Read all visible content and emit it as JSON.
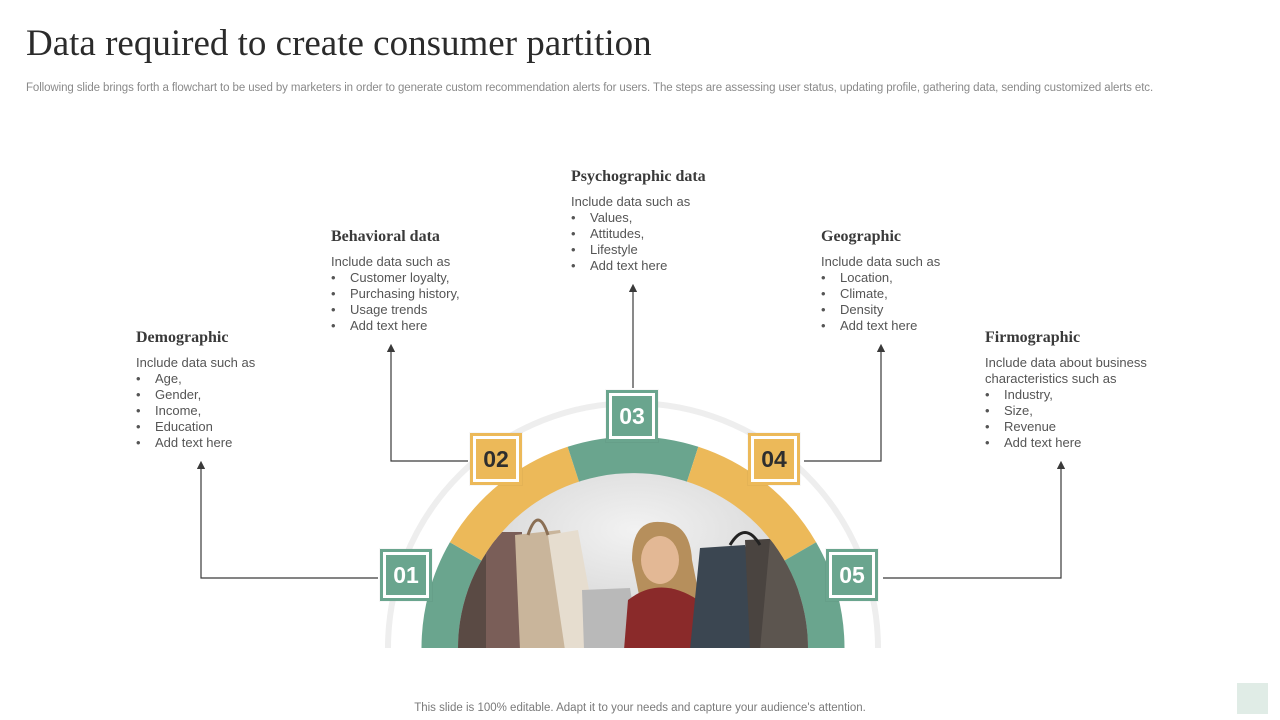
{
  "slide": {
    "title": "Data required to create consumer partition",
    "subtitle": "Following slide brings forth a flowchart to be used by marketers in order to generate custom recommendation alerts for users. The steps are assessing user status, updating profile, gathering data, sending customized alerts etc.",
    "footer": "This slide is 100% editable. Adapt it to your needs and capture your audience's attention."
  },
  "colors": {
    "green": "#6aa58e",
    "gold": "#ecb959",
    "arc_outline": "#eeeeee",
    "connector": "#3a3a3a"
  },
  "steps": [
    {
      "number": "01",
      "color": "green",
      "heading": "Demographic",
      "intro": "Include data such as",
      "items": [
        "Age,",
        "Gender,",
        "Income,",
        "Education",
        "Add text here"
      ]
    },
    {
      "number": "02",
      "color": "gold",
      "heading": "Behavioral data",
      "intro": "Include data such as",
      "items": [
        "Customer loyalty,",
        "Purchasing history,",
        "Usage trends",
        "Add text here"
      ]
    },
    {
      "number": "03",
      "color": "green",
      "heading": "Psychographic data",
      "intro": "Include data such as",
      "items": [
        "Values,",
        "Attitudes,",
        "Lifestyle",
        "Add text here"
      ]
    },
    {
      "number": "04",
      "color": "gold",
      "heading": "Geographic",
      "intro": "Include data such as",
      "items": [
        "Location,",
        "Climate,",
        "Density",
        "Add text here"
      ]
    },
    {
      "number": "05",
      "color": "green",
      "heading": "Firmographic",
      "intro": "Include data about business characteristics such as",
      "items": [
        "Industry,",
        "Size,",
        "Revenue",
        "Add text here"
      ]
    }
  ]
}
